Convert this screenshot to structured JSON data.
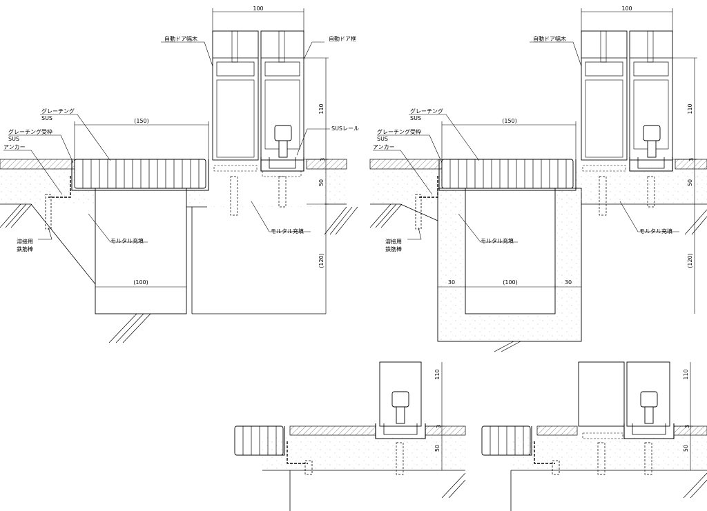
{
  "dimensions": {
    "door_width": "100",
    "grating_width": "(150)",
    "pit_width": "(100)",
    "pit_depth": "(120)",
    "frame_height": "110",
    "rail_depth": "50",
    "offset": "3",
    "side_margin": "30"
  },
  "labels": {
    "door_stile_narrow": "自動ドア幅木",
    "door_frame": "自動ドア框",
    "grating": "グレーチング",
    "grating_material": "SUS",
    "grating_support": "グレーチング受枠",
    "grating_support_material": "SUS",
    "anchor": "アンカー",
    "sus_rail": "SUSレール",
    "mortar_fill": "モルタル充填",
    "welding_rebar_line1": "溶接用",
    "welding_rebar_line2": "鉄筋棒"
  }
}
